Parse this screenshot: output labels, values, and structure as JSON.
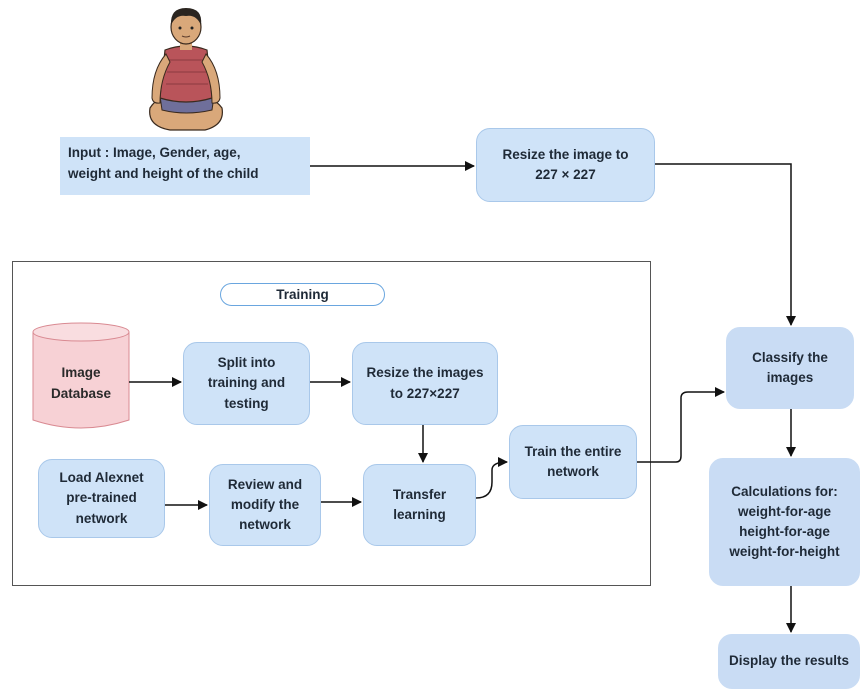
{
  "input": {
    "label": "Input :",
    "line1": "Image, Gender, age,",
    "line2": "weight  and height of the child"
  },
  "nodes": {
    "resize_input": "Resize the image to\n227 × 227",
    "training_title": "Training",
    "image_database": "Image\nDatabase",
    "split": "Split into\ntraining and\ntesting",
    "resize_images": "Resize the images\nto 227×227",
    "load_alexnet": "Load Alexnet\npre-trained\nnetwork",
    "review": "Review and\nmodify the\nnetwork",
    "transfer": "Transfer\nlearning",
    "train_entire": "Train the entire\nnetwork",
    "classify": "Classify the\nimages",
    "calculations": "Calculations for:\nweight-for-age\nheight-for-age\nweight-for-height",
    "display": "Display the results"
  },
  "colors": {
    "box_fill": "#cfe3f8",
    "database_fill": "#f7d1d5",
    "arrow": "#111111",
    "training_label_border": "#6aa6df"
  },
  "illustration": "seated-child-icon"
}
